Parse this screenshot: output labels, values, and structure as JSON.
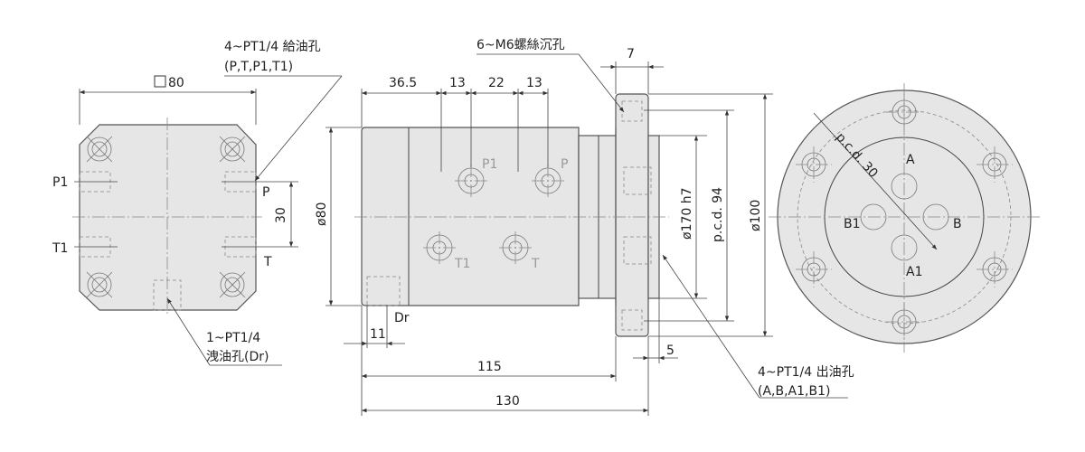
{
  "colors": {
    "body": "#e6e6e6",
    "outline": "#555555",
    "text": "#222222",
    "ghost": "#999999"
  },
  "left_view": {
    "width_dim": "80",
    "port_P1": "P1",
    "port_T1": "T1",
    "port_P": "P",
    "port_T": "T",
    "pitch_dim": "30",
    "note_supply_line1": "4~PT1/4 給油孔",
    "note_supply_line2": "(P,T,P1,T1)",
    "note_drain_line1": "1~PT1/4",
    "note_drain_line2": "洩油孔(Dr)"
  },
  "side_view": {
    "dim_36_5": "36.5",
    "dim_13a": "13",
    "dim_22": "22",
    "dim_13b": "13",
    "dim_7": "7",
    "note_bolt": "6~M6螺絲沉孔",
    "dia_body": "ø80",
    "dia_hub": "ø170 h7",
    "pcd": "p.c.d. 94",
    "dia_flange": "ø100",
    "body_port_P1": "P1",
    "body_port_P": "P",
    "body_port_T1": "T1",
    "body_port_T": "T",
    "drain_label": "Dr",
    "dim_11": "11",
    "dim_5": "5",
    "dim_115": "115",
    "dim_130": "130",
    "note_outlet_line1": "4~PT1/4 出油孔",
    "note_outlet_line2": "(A,B,A1,B1)"
  },
  "front_view": {
    "pcd": "p.c.d. 30",
    "port_A": "A",
    "port_B": "B",
    "port_A1": "A1",
    "port_B1": "B1"
  }
}
